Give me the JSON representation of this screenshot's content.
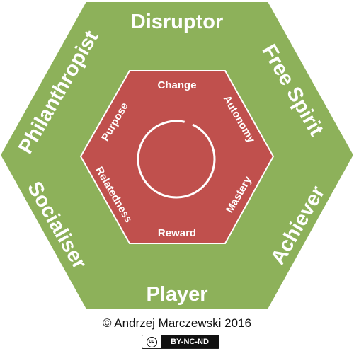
{
  "diagram": {
    "outer_labels": {
      "top": "Disruptor",
      "top_left": "Philanthropist",
      "top_right": "Free Spirit",
      "bottom_left": "Socialiser",
      "bottom_right": "Achiever",
      "bottom": "Player"
    },
    "inner_labels": {
      "top": "Change",
      "top_left": "Purpose",
      "top_right": "Autonomy",
      "bottom_left": "Relatedness",
      "bottom_right": "Mastery",
      "bottom": "Reward"
    },
    "colors": {
      "outer_fill": "#8db15a",
      "outer_stroke": "#ffffff",
      "inner_fill": "#c0504d",
      "inner_stroke": "#ffffff",
      "center_circle": "#ffffff"
    }
  },
  "footer": {
    "credit": "© Andrzej Marczewski 2016",
    "license_badge": "BY-NC-ND",
    "license_icon_text": "cc"
  }
}
